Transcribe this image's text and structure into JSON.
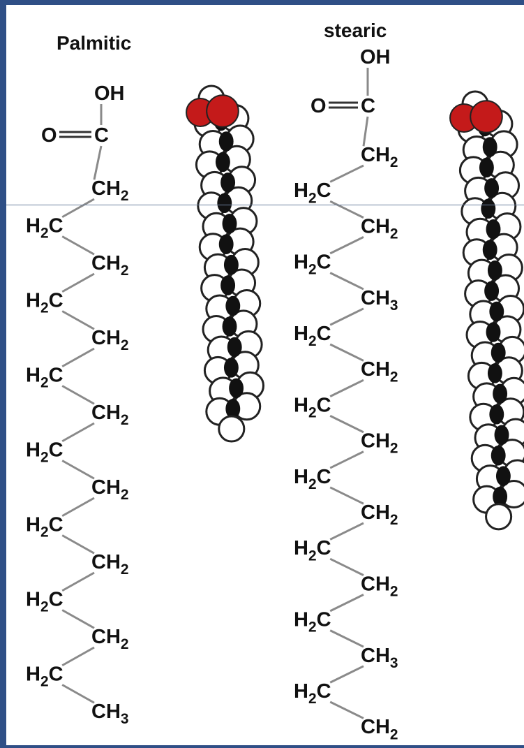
{
  "titles": {
    "palmitic": "Palmitic",
    "stearic": "stearic"
  },
  "palmitic": {
    "oh": "OH",
    "o": "O",
    "c": "C",
    "chain": [
      {
        "main": "CH",
        "sub": "2"
      },
      {
        "main": "H",
        "sub": "2",
        "tail": "C"
      },
      {
        "main": "CH",
        "sub": "2"
      },
      {
        "main": "H",
        "sub": "2",
        "tail": "C"
      },
      {
        "main": "CH",
        "sub": "2"
      },
      {
        "main": "H",
        "sub": "2",
        "tail": "C"
      },
      {
        "main": "CH",
        "sub": "2"
      },
      {
        "main": "H",
        "sub": "2",
        "tail": "C"
      },
      {
        "main": "CH",
        "sub": "2"
      },
      {
        "main": "H",
        "sub": "2",
        "tail": "C"
      },
      {
        "main": "CH",
        "sub": "2"
      },
      {
        "main": "H",
        "sub": "2",
        "tail": "C"
      },
      {
        "main": "CH",
        "sub": "2"
      },
      {
        "main": "H",
        "sub": "2",
        "tail": "C"
      },
      {
        "main": "CH",
        "sub": "3"
      }
    ]
  },
  "stearic": {
    "oh": "OH",
    "o": "O",
    "c": "C",
    "chain": [
      {
        "main": "CH",
        "sub": "2"
      },
      {
        "main": "H",
        "sub": "2",
        "tail": "C"
      },
      {
        "main": "CH",
        "sub": "2"
      },
      {
        "main": "H",
        "sub": "2",
        "tail": "C"
      },
      {
        "main": "CH",
        "sub": "3"
      },
      {
        "main": "H",
        "sub": "2",
        "tail": "C"
      },
      {
        "main": "CH",
        "sub": "2"
      },
      {
        "main": "H",
        "sub": "2",
        "tail": "C"
      },
      {
        "main": "CH",
        "sub": "2"
      },
      {
        "main": "H",
        "sub": "2",
        "tail": "C"
      },
      {
        "main": "CH",
        "sub": "2"
      },
      {
        "main": "H",
        "sub": "2",
        "tail": "C"
      },
      {
        "main": "CH",
        "sub": "2"
      },
      {
        "main": "H",
        "sub": "2",
        "tail": "C"
      },
      {
        "main": "CH",
        "sub": "3"
      },
      {
        "main": "H",
        "sub": "2",
        "tail": "C"
      },
      {
        "main": "CH",
        "sub": "2"
      }
    ]
  },
  "colors": {
    "background": "#2f4f86",
    "oxygen": "#c41a1a",
    "carbon": "#111111",
    "hydrogen": "#ffffff"
  }
}
